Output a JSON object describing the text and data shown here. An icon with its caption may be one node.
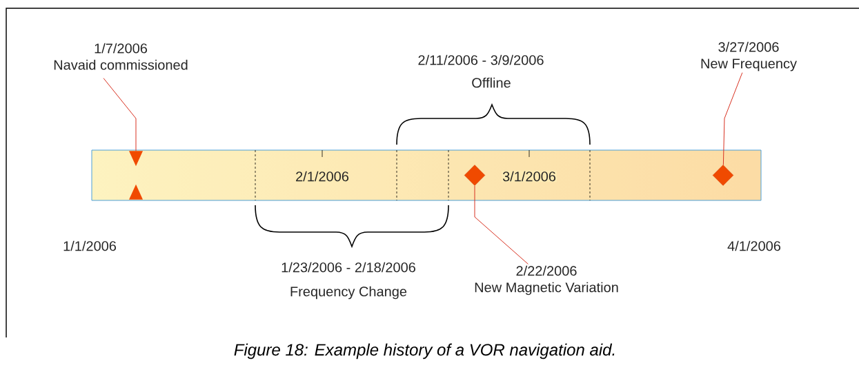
{
  "diagram": {
    "caption": "Figure 18: Example history of a VOR navigation aid.",
    "nodes": [
      {
        "text": [
          "2/1/2006",
          "3/1/2006"
        ]
      },
      {
        "text": [
          "1/7/2006",
          "Navaid commissioned"
        ]
      },
      {
        "text": [],
        "shape": "triangle",
        "in": 0
      },
      {
        "text": [],
        "shape": "diamond",
        "in": 0
      },
      {
        "text": [
          "2/22/2006",
          "New Magnetic Variation"
        ]
      },
      {
        "text": [],
        "shape": "diamond",
        "in": 0
      },
      {
        "text": [
          "3/27/2006",
          "New Frequency"
        ]
      }
    ],
    "edges": [
      {
        "from": 1,
        "to": 2,
        "arrow": "none"
      },
      {
        "from": 4,
        "to": 3,
        "arrow": "none"
      },
      {
        "from": 6,
        "to": 5,
        "arrow": "none"
      }
    ],
    "labels": [
      "2/11/2006 - 3/9/2006",
      "Offline",
      "1/1/2006",
      "4/1/2006",
      "1/23/2006 - 2/18/2006",
      "Frequency Change"
    ]
  }
}
